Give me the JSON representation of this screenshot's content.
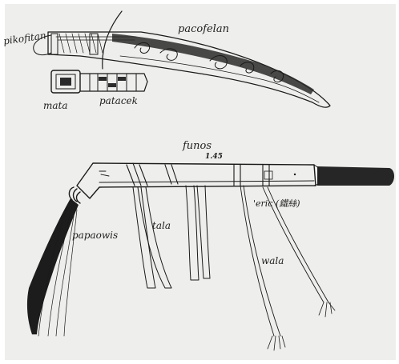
{
  "figure": {
    "background_color": "#eeeeec",
    "ink_color": "#1a1a1a",
    "labels": {
      "pikofitan": "pikofitan",
      "pacofelan": "pacofelan",
      "mata": "mata",
      "patacek": "patacek",
      "funos": "funos",
      "funos_code": "1.45",
      "papaowis": "papaowis",
      "tala": "tala",
      "eric": "'eric (鐵絲)",
      "wala": "wala"
    }
  }
}
